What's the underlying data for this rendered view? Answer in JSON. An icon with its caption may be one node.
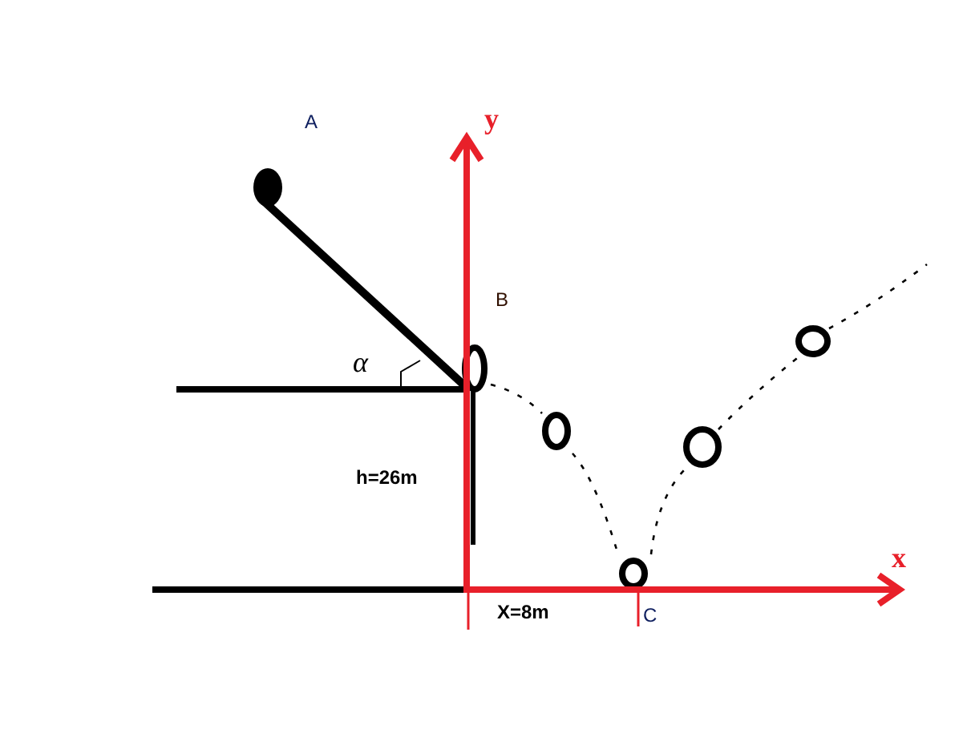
{
  "diagram": {
    "labels": [
      "A",
      "y",
      "B",
      "α",
      "h=26m",
      "x",
      "X=8m",
      "C"
    ]
  }
}
